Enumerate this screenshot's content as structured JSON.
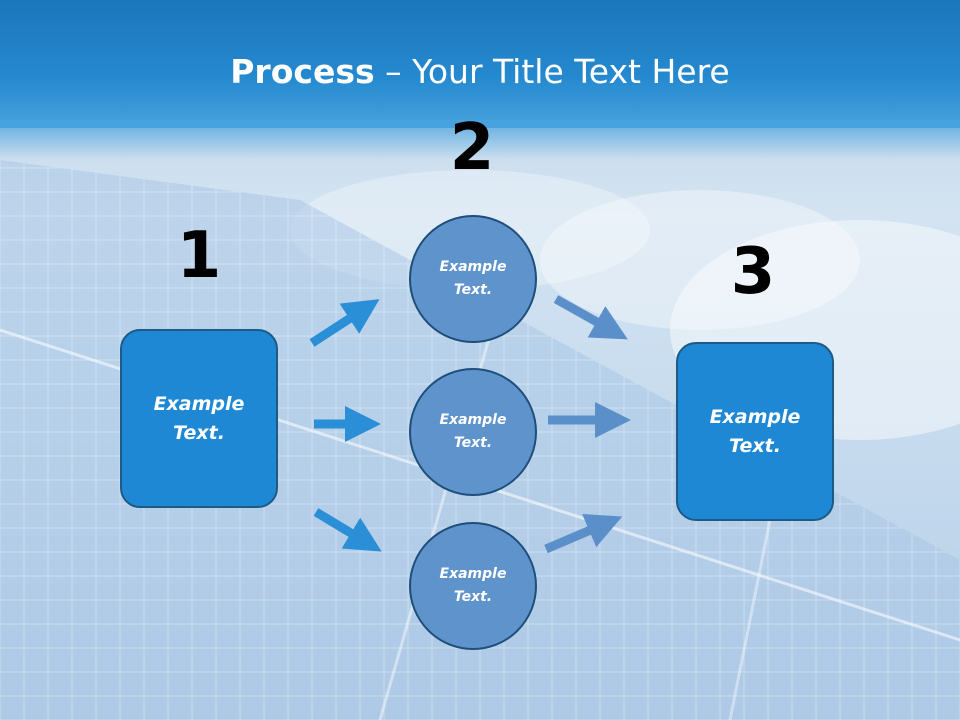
{
  "title": {
    "bold": "Process",
    "rest": " – Your Title Text Here"
  },
  "steps": [
    {
      "number": "1",
      "label": "Example\nText."
    },
    {
      "number": "2",
      "items": [
        {
          "label": "Example\nText."
        },
        {
          "label": "Example\nText."
        },
        {
          "label": "Example\nText."
        }
      ]
    },
    {
      "number": "3",
      "label": "Example\nText."
    }
  ],
  "colors": {
    "header": "#1f83c9",
    "box_fill": "#1e88d4",
    "circle_fill": "#5f93cc",
    "arrow_left": "#2a8fd6",
    "arrow_right": "#5b8fc9"
  }
}
